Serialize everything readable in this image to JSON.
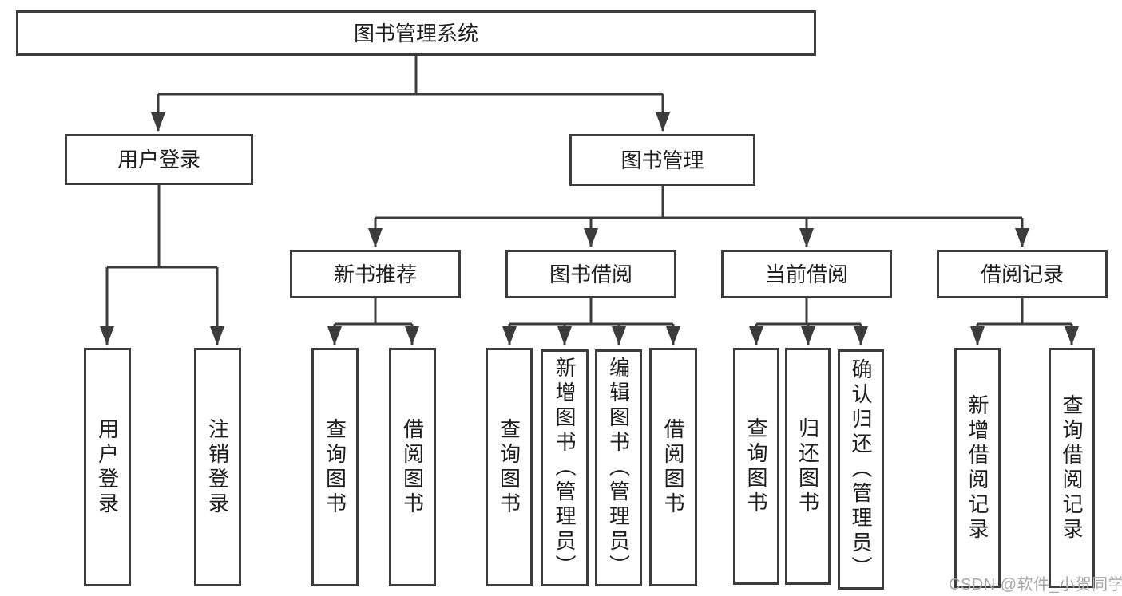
{
  "diagram": {
    "root": {
      "label": "图书管理系统"
    },
    "level2": [
      {
        "id": "user-login",
        "label": "用户登录"
      },
      {
        "id": "book-management",
        "label": "图书管理"
      }
    ],
    "level3": [
      {
        "id": "new-book-recommend",
        "label": "新书推荐",
        "parent": "图书管理"
      },
      {
        "id": "book-borrow",
        "label": "图书借阅",
        "parent": "图书管理"
      },
      {
        "id": "current-borrow",
        "label": "当前借阅",
        "parent": "图书管理"
      },
      {
        "id": "borrow-records",
        "label": "借阅记录",
        "parent": "图书管理"
      }
    ],
    "leaves": [
      {
        "id": "leaf-user-login",
        "label": "用户登录",
        "parent": "用户登录"
      },
      {
        "id": "leaf-logout",
        "label": "注销登录",
        "parent": "用户登录"
      },
      {
        "id": "leaf-query-book-1",
        "label": "查询图书",
        "parent": "新书推荐"
      },
      {
        "id": "leaf-borrow-book-1",
        "label": "借阅图书",
        "parent": "新书推荐"
      },
      {
        "id": "leaf-query-book-2",
        "label": "查询图书",
        "parent": "图书借阅"
      },
      {
        "id": "leaf-add-book-admin",
        "label": "新增图书（管理员）",
        "parent": "图书借阅"
      },
      {
        "id": "leaf-edit-book-admin",
        "label": "编辑图书（管理员）",
        "parent": "图书借阅"
      },
      {
        "id": "leaf-borrow-book-2",
        "label": "借阅图书",
        "parent": "图书借阅"
      },
      {
        "id": "leaf-query-book-3",
        "label": "查询图书",
        "parent": "当前借阅"
      },
      {
        "id": "leaf-return-book",
        "label": "归还图书",
        "parent": "当前借阅"
      },
      {
        "id": "leaf-confirm-return-admin",
        "label": "确认归还（管理员）",
        "parent": "当前借阅"
      },
      {
        "id": "leaf-add-borrow-record",
        "label": "新增借阅记录",
        "parent": "借阅记录"
      },
      {
        "id": "leaf-query-borrow-record",
        "label": "查询借阅记录",
        "parent": "借阅记录"
      }
    ]
  },
  "watermark": {
    "text": "CSDN @软件_小贺同学"
  },
  "colors": {
    "line": "#3c3c3c",
    "text": "#1e1e1e",
    "watermark": "#a8a8a8",
    "background": "#ffffff"
  }
}
